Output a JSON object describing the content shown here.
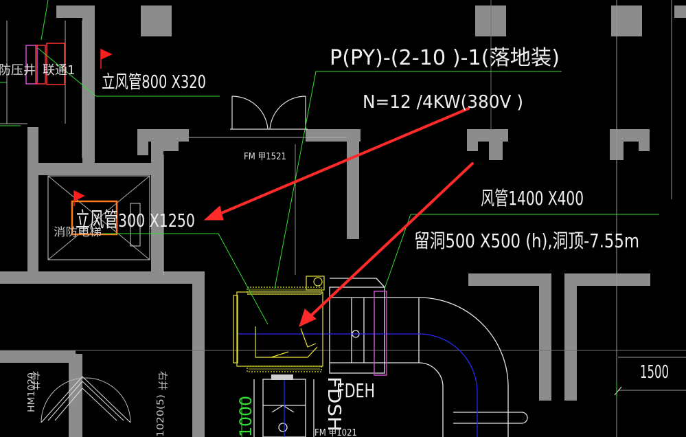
{
  "labels": {
    "top_left_riser": "立风管800 X320",
    "top_left_partial": "防压井",
    "top_left_partial2": "联通1",
    "equipment_model": "P(PY)-(2-10 )-1(落地装)",
    "equipment_power": "N=12 /4KW(380V )",
    "door_top": "FM 甲1521",
    "riser_center": "立风管",
    "riser_size": "300 X1250",
    "riser_room": "消防电梯",
    "duct_size": "风管1400 X400",
    "hole_spec": "留洞500 X500 (h),洞顶-7.55m",
    "dim_right": "1500",
    "fdeh": "FDEH",
    "fdsh": "FDSH",
    "door_bottom": "FM 甲1021",
    "dim_bottom": "1000",
    "left_vertical_1": "HM1020",
    "left_vertical_2": "右井",
    "left_vertical_3": "1020(5)",
    "left_vertical_4": "右井"
  },
  "colors": {
    "background": "#000000",
    "wall": "#8c8c8c",
    "leader": "#33e033",
    "annotation_text": "#f0f0f0",
    "equipment": "#e6e633",
    "duct": "#e0e0e0",
    "duct_center": "#2b2bff",
    "pink": "#c850c8",
    "arrow": "#ff2a2a",
    "flag": "#ff1e1e",
    "orange_box": "#ff7a1a"
  }
}
